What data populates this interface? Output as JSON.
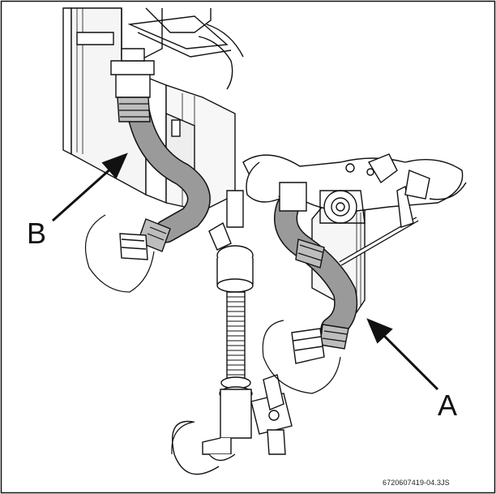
{
  "callouts": {
    "a": "A",
    "b": "B"
  },
  "figure_code": "6720607419-04.3JS",
  "colors": {
    "ink": "#111111",
    "hose": "#9a9a9a",
    "hose_dark": "#6e6e6e",
    "paper": "#ffffff"
  },
  "parts": {
    "hose_a": "flexible-hose-a",
    "hose_b": "flexible-hose-b",
    "valve": "gas-valve",
    "flex_pipe": "corrugated-pipe"
  }
}
